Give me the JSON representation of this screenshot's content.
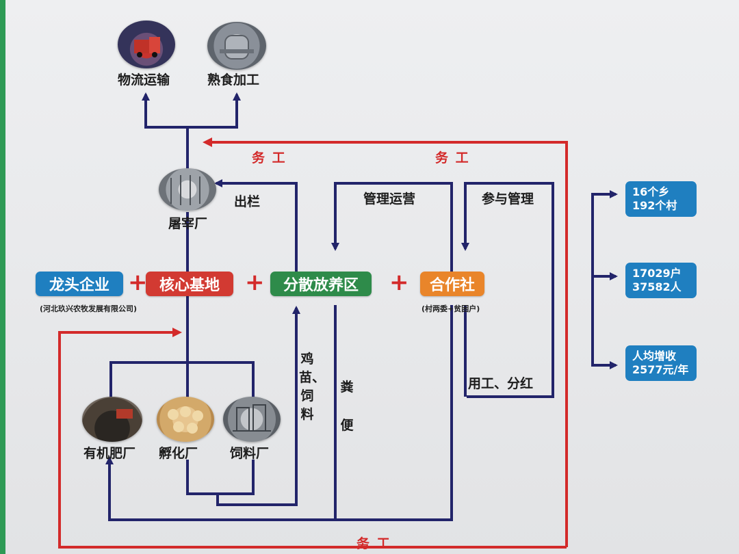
{
  "nodes": {
    "logistics": "物流运输",
    "cooked_food": "熟食加工",
    "slaughterhouse": "屠宰厂",
    "organic_fertilizer_plant": "有机肥厂",
    "hatchery": "孵化厂",
    "feed_mill": "饲料厂"
  },
  "main_row": {
    "leading_enterprise": "龙头企业",
    "leading_enterprise_sub": "(河北玖兴农牧发展有限公司)",
    "core_base": "核心基地",
    "dispersed_area": "分散放养区",
    "cooperative": "合作社",
    "cooperative_sub": "(村两委+贫困户)",
    "plus": "+"
  },
  "flow_labels": {
    "out_pen": "出栏",
    "management_operation": "管理运营",
    "participate_management": "参与管理",
    "labor_top_left": "务  工",
    "labor_top_right": "务  工",
    "labor_bottom": "务  工",
    "chick_feed": "鸡苗、饲料",
    "manure": "粪便",
    "employment_dividend": "用工、分红"
  },
  "stats": {
    "townships": "16个乡",
    "villages": "192个村",
    "households": "17029户",
    "people": "37582人",
    "income_label": "人均增收",
    "income_value": "2577元/年"
  },
  "icons": {
    "truck": "truck-photo-icon",
    "cooking_equipment": "cooking-equipment-photo-icon",
    "slaughterhouse": "slaughterhouse-photo-icon",
    "fertilizer": "fertilizer-photo-icon",
    "chicks": "chicks-photo-icon",
    "feed_mill": "feed-mill-photo-icon"
  },
  "colors": {
    "navy_line": "#22246a",
    "red_line": "#d32a2a",
    "blue_pill": "#1f7fc0",
    "red_pill": "#d23a32",
    "green_pill": "#2e8b4a",
    "orange_pill": "#e9852a"
  }
}
